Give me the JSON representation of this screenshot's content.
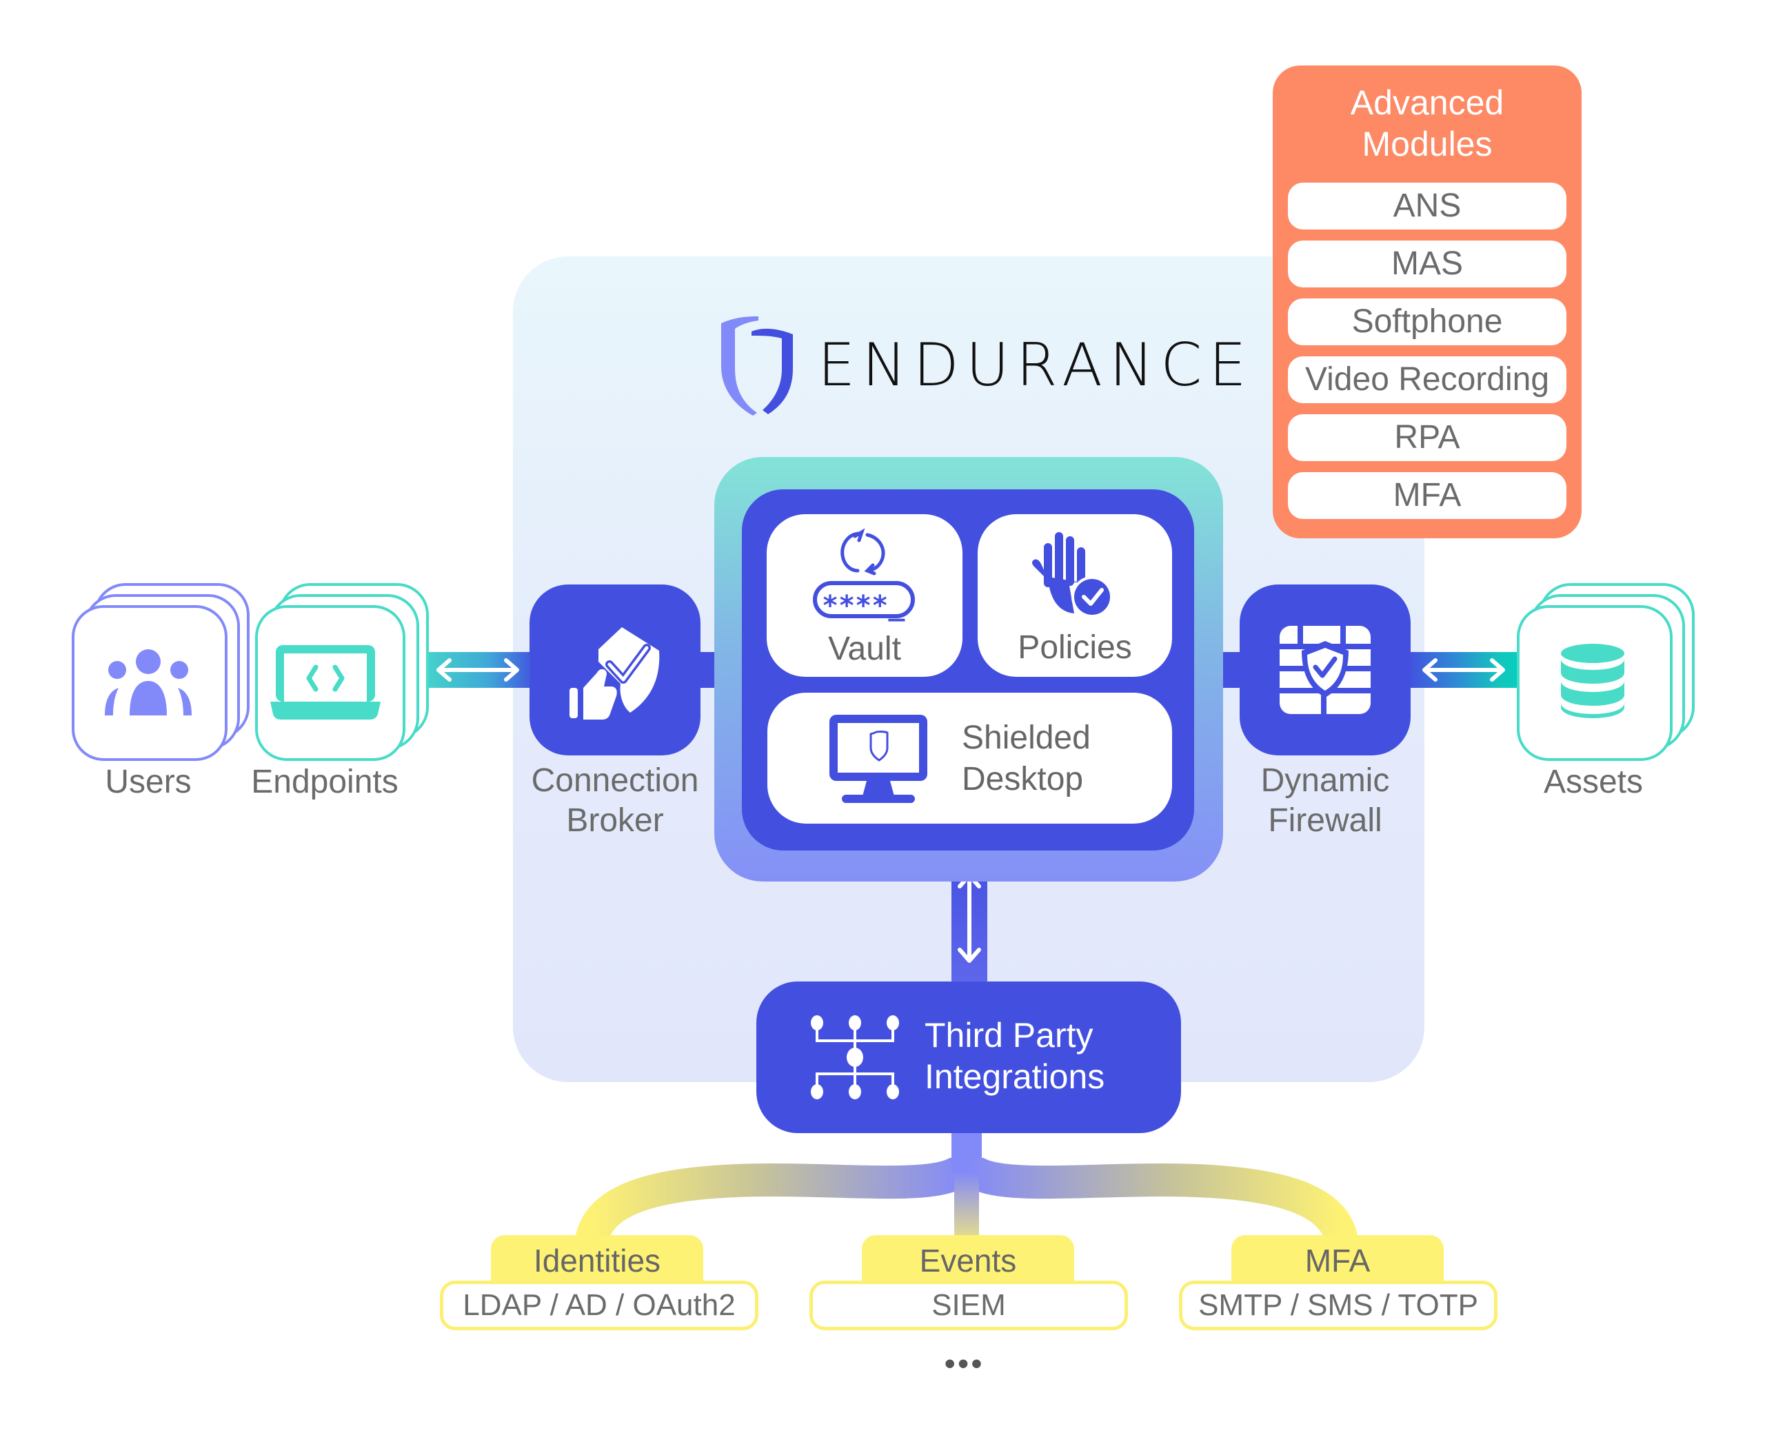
{
  "brand": {
    "name": "ENDURANCE",
    "logo_icon": "shield-icon"
  },
  "left_nodes": [
    {
      "label": "Users",
      "icon": "users-icon",
      "color": "#8289f9"
    },
    {
      "label": "Endpoints",
      "icon": "laptop-code-icon",
      "color": "#47dbc8"
    }
  ],
  "right_nodes": [
    {
      "label": "Assets",
      "icon": "database-icon",
      "color": "#47dbc8"
    }
  ],
  "hubs": {
    "connection_broker": {
      "label_line1": "Connection",
      "label_line2": "Broker",
      "icon": "shield-check-thumbs-up-icon"
    },
    "dynamic_firewall": {
      "label_line1": "Dynamic",
      "label_line2": "Firewall",
      "icon": "firewall-shield-icon"
    },
    "third_party": {
      "label_line1": "Third Party",
      "label_line2": "Integrations",
      "icon": "network-tree-icon"
    }
  },
  "core": {
    "vault": {
      "label": "Vault",
      "icon": "password-rotate-icon",
      "mask": "****_"
    },
    "policies": {
      "label": "Policies",
      "icon": "hand-check-icon"
    },
    "shielded_desktop": {
      "label_line1": "Shielded",
      "label_line2": "Desktop",
      "icon": "monitor-shield-icon"
    }
  },
  "advanced_modules": {
    "title_line1": "Advanced",
    "title_line2": "Modules",
    "items": [
      "ANS",
      "MAS",
      "Softphone",
      "Video Recording",
      "RPA",
      "MFA"
    ]
  },
  "integrations": [
    {
      "name": "Identities",
      "detail": "LDAP / AD / OAuth2"
    },
    {
      "name": "Events",
      "detail": "SIEM"
    },
    {
      "name": "MFA",
      "detail": "SMTP / SMS / TOTP"
    }
  ],
  "more": "•••",
  "colors": {
    "primary": "#434fdf",
    "teal": "#47dbc8",
    "violet": "#8289f9",
    "orange": "#fd8965",
    "yellow": "#fef274",
    "label_gray": "#6b6b6b"
  }
}
